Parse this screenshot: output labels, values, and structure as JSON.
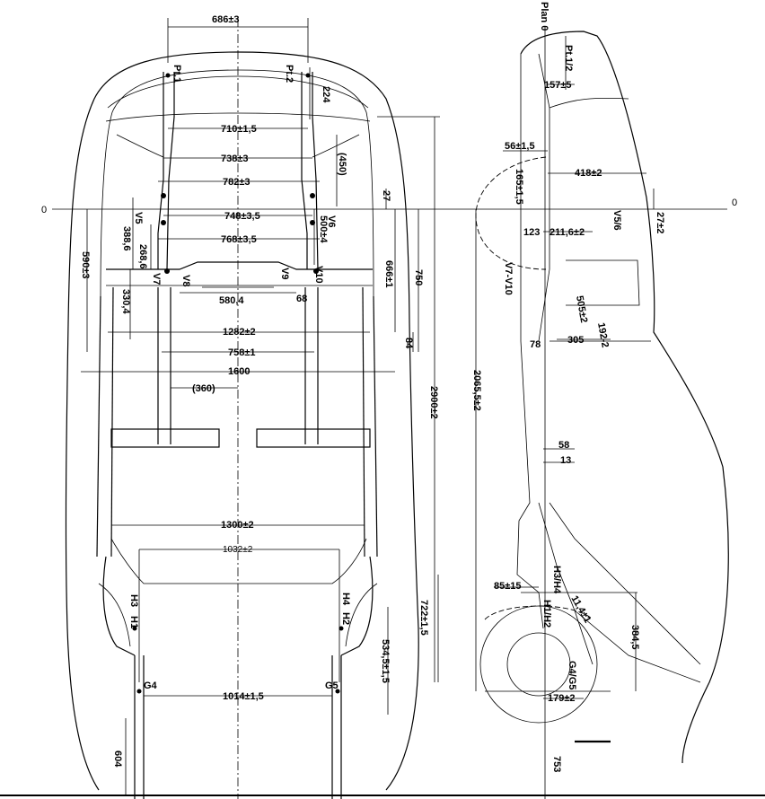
{
  "plan_view": {
    "dims": {
      "d686": "686±3",
      "d710": "710±1,5",
      "d738": "738±3",
      "d782": "782±3",
      "d748": "748±3,5",
      "d768": "768±3,5",
      "d580": "580,4",
      "d68": "68",
      "d1282": "1282±2",
      "d758": "758±1",
      "d1600": "1600",
      "d360": "(360)",
      "d1300": "1300±2",
      "d1032": "1032±2",
      "d1014": "1014±1,5",
      "d224": "224",
      "d450": "(450)",
      "d27": "27",
      "d500": "500±4",
      "d666": "666±1",
      "d750": "750",
      "d84": "84",
      "d2900": "2900±2",
      "d590": "590±3",
      "d388": "388,6",
      "d268": "268,6",
      "d330": "330,4",
      "d722": "722±1,5",
      "d534": "534,5±1,5",
      "d604": "604"
    },
    "points": {
      "pt1": "Pt.1",
      "pt2": "Pt.2",
      "v5": "V5",
      "v6": "V6",
      "v7": "V7",
      "v8": "V8",
      "v9": "V9",
      "v10": "V10",
      "h1": "H1",
      "h2": "H2",
      "h3": "H3",
      "h4": "H4",
      "g4": "G4",
      "g5": "G5"
    },
    "zero_left": "0"
  },
  "side_view": {
    "plan0": "Plan 0",
    "zero_right": "0",
    "dims": {
      "pt12": "Pt.1/2",
      "d157": "157±5",
      "d56": "56±1,5",
      "d418": "418±2",
      "d165": "165±1,5",
      "d27": "27±2",
      "d123": "123",
      "d211": "211,6±2",
      "v56": "V5/6",
      "v710": "V7-V10",
      "d505": "505±2",
      "d192": "192-2",
      "d78": "78",
      "d305": "305",
      "d2065": "2065,5±2",
      "d58": "58",
      "d13": "13",
      "h34": "H3/H4",
      "h12": "H1/H2",
      "d85": "85±15",
      "d114": "11,4±1",
      "d384": "384,5",
      "g45": "G4/G5",
      "d179": "179±2",
      "d753": "753"
    }
  }
}
